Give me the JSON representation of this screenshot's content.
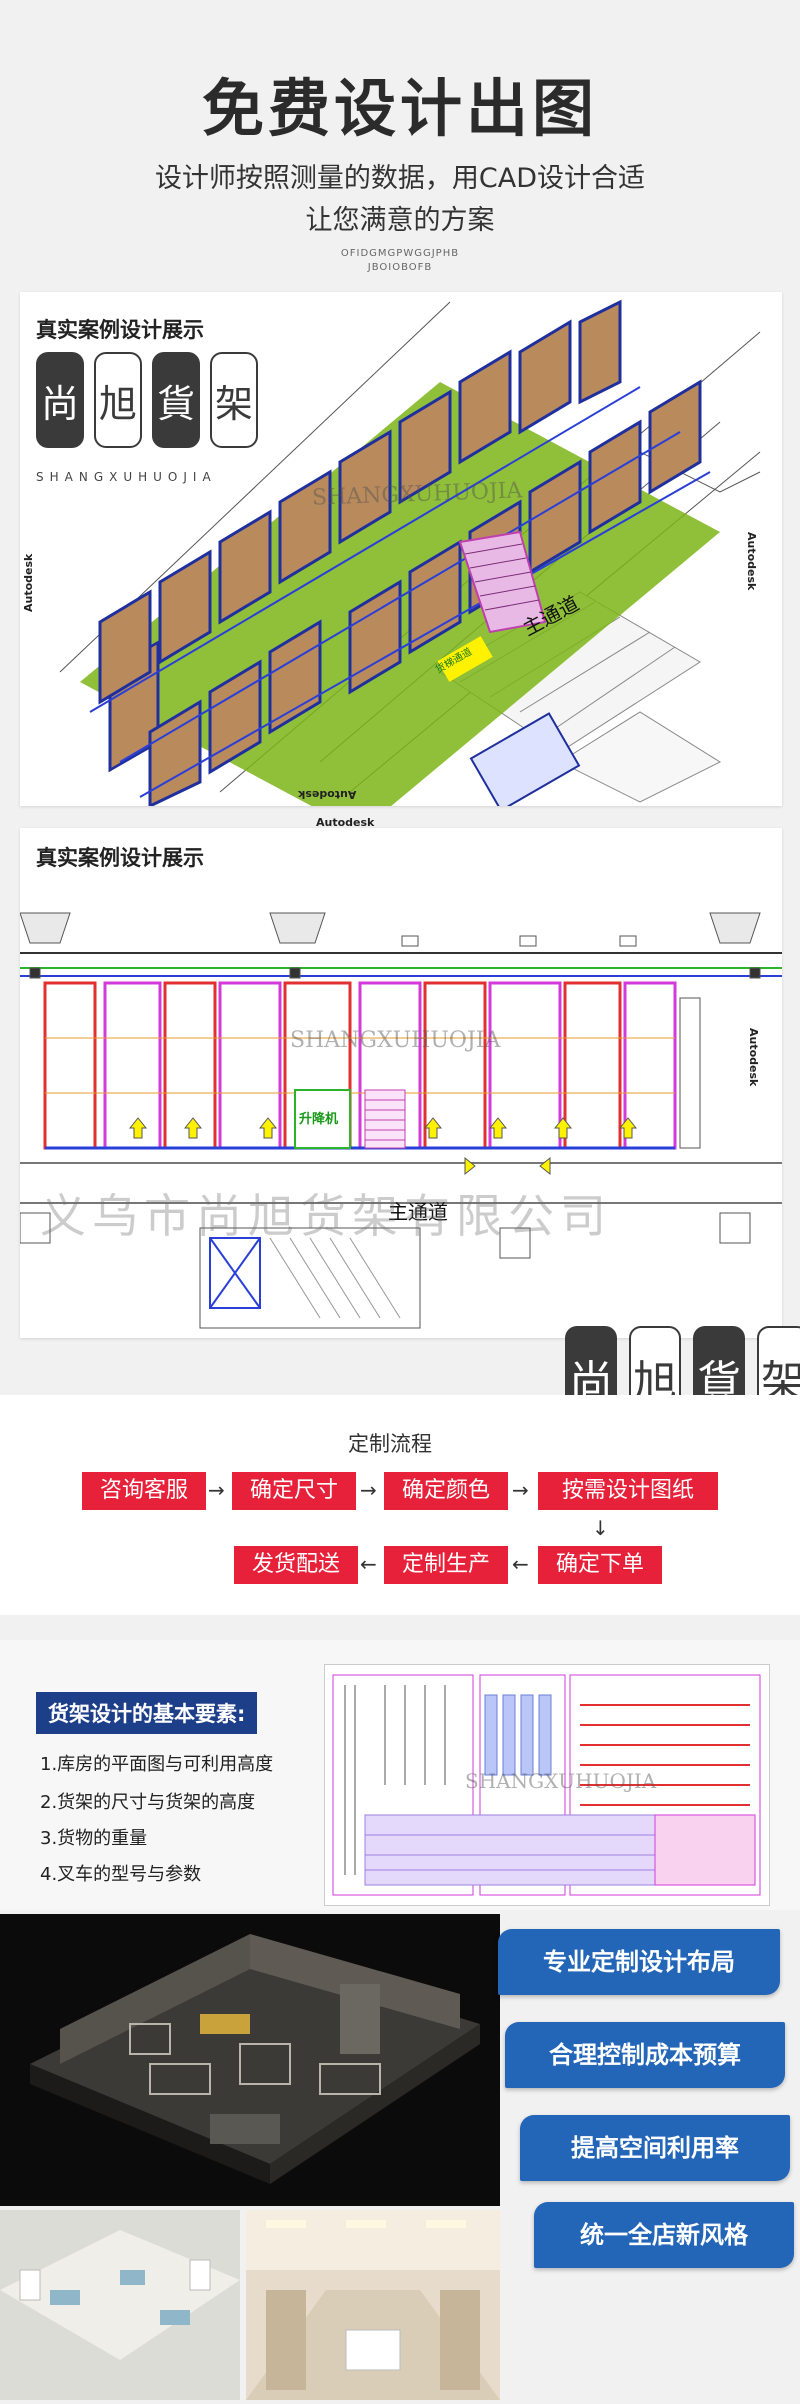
{
  "header": {
    "title": "免费设计出图",
    "subtitle_line1": "设计师按照测量的数据，用CAD设计合适",
    "subtitle_line2": "让您满意的方案",
    "small_line1": "OFIDGMGPWGGJPHB",
    "small_line2": "JBOIOBOFB"
  },
  "case1": {
    "label": "真实案例设计展示",
    "autodesk_right": "Autodesk",
    "autodesk_left": "Autodesk",
    "autodesk_bottom": "Autodesk",
    "watermark": "SHANGXUHUOJIA",
    "road_label": "主通道",
    "stair_label": "货梯通道"
  },
  "case2": {
    "label": "真实案例设计展示",
    "autodesk_top": "Autodesk",
    "autodesk_right": "Autodesk",
    "watermark": "SHANGXUHUOJIA",
    "lift_label": "升降机",
    "road_label": "主通道",
    "company_watermark": "义乌市尚旭货架有限公司"
  },
  "logo": {
    "chars": [
      "尚",
      "旭",
      "貨",
      "架"
    ],
    "subtitle": "SHANGXUHUOJIA"
  },
  "process": {
    "title": "定制流程",
    "row1": [
      "咨询客服",
      "确定尺寸",
      "确定颜色",
      "按需设计图纸"
    ],
    "row2": [
      "发货配送",
      "定制生产",
      "确定下单"
    ],
    "arrow_right": "→",
    "arrow_left": "←",
    "arrow_down": "↓"
  },
  "requirements": {
    "title": "货架设计的基本要素:",
    "items": [
      "1.库房的平面图与可利用高度",
      "2.货架的尺寸与货架的高度",
      "3.货物的重量",
      "4.叉车的型号与参数"
    ],
    "plan_watermark": "SHANGXUHUOJIA"
  },
  "features": [
    "专业定制设计布局",
    "合理控制成本预算",
    "提高空间利用率",
    "统一全店新风格"
  ],
  "colors": {
    "step_red": "#e8213a",
    "feature_blue": "#2366b8",
    "req_navy": "#1d3f8a",
    "shelf_green": "#7cb518",
    "shelf_blue": "#1f2f9e",
    "box_brown": "#b88a5c"
  }
}
